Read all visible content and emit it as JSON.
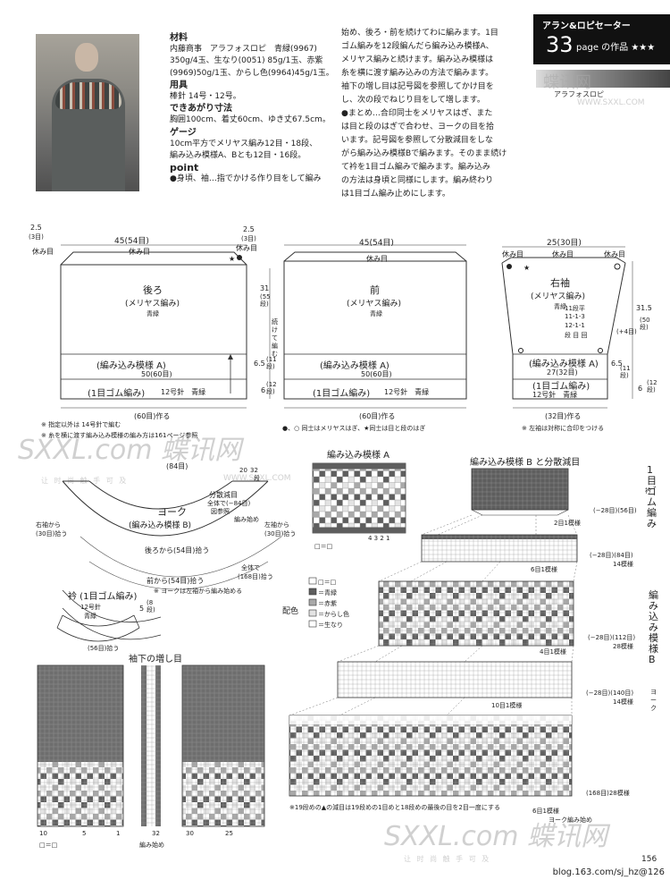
{
  "header": {
    "title": "アラン&ロピセーター",
    "number": "33",
    "page_label": "page の作品 ★★★"
  },
  "yarn_label": "アラフォスロピ",
  "materials": {
    "h_materials": "材料",
    "l1": "内藤商事　アラフォスロピ　青緑(9967)",
    "l2": "350g/4玉、生なり(0051) 85g/1玉、赤紫",
    "l3": "(9969)50g/1玉、からし色(9964)45g/1玉。",
    "h_tools": "用具",
    "tools": "棒針 14号・12号。",
    "h_size": "できあがり寸法",
    "size": "胸囲100cm、着丈60cm、ゆき丈67.5cm。",
    "h_gauge": "ゲージ",
    "g1": "10cm平方でメリヤス編み12目・18段、",
    "g2": "編み込み模様A、Bとも12目・16段。",
    "h_point": "point",
    "p1": "●身頃、袖…指でかける作り目をして編み"
  },
  "instructions": {
    "l1": "始め、後ろ・前を続けてわに編みます。1目",
    "l2": "ゴム編みを12段編んだら編み込み模様A、",
    "l3": "メリヤス編みと続けます。編み込み模様は",
    "l4": "糸を横に渡す編み込みの方法で編みます。",
    "l5": "袖下の増し目は記号図を参照してかけ目を",
    "l6": "し、次の段でねじり目をして増します。",
    "l7": "●まとめ…合印同士をメリヤスはぎ、また",
    "l8": "は目と段のはぎで合わせ、ヨークの目を拾",
    "l9": "います。記号図を参照して分散減目をしな",
    "l10": "がら編み込み模様Bで編みます。そのまま続け",
    "l11": "て衿を1目ゴム編みで編みます。編み込み",
    "l12": "の方法は身頃と同様にします。編み終わり",
    "l13": "は1目ゴム編み止めにします。"
  },
  "back": {
    "title": "後ろ",
    "stitch": "(メリヤス編み)",
    "color": "青緑",
    "pattern": "(編み込み模様 A)",
    "rib": "(1目ゴム編み)",
    "needle": "12号針　青緑",
    "w_top": "45(54目)",
    "rest": "休み目",
    "w_mid": "50(60目)",
    "cast": "(60目)作る",
    "side": "2.5",
    "side_st": "(3目)"
  },
  "front": {
    "title": "前",
    "stitch": "(メリヤス編み)",
    "color": "青緑",
    "pattern": "(編み込み模様 A)",
    "rib": "(1目ゴム編み)",
    "needle": "12号針　青緑",
    "w_top": "45(54目)",
    "rest": "休み目",
    "w_mid": "50(60目)",
    "cast": "(60目)作る",
    "cont": "続けて編む",
    "h1": "31",
    "h1s": "(55段)",
    "h2": "6.5",
    "h2s": "(11段)",
    "h3": "6",
    "h3s": "(12段)"
  },
  "sleeve": {
    "title": "右袖",
    "stitch": "(メリヤス編み)",
    "color": "青緑",
    "pattern": "(編み込み模様 A)",
    "rib": "(1目ゴム編み)",
    "needle": "12号針　青緑",
    "w_top": "25(30目)",
    "rest": "休み目",
    "w_mid": "27(32目)",
    "cast": "(32目)作る",
    "inc": "11段平",
    "inc2": "11-1-3",
    "inc3": "12-1-1",
    "inc4": "段 目 回",
    "plus": "(+4目)",
    "h": "31.5",
    "hs": "(50段)",
    "h2": "6.5",
    "h2s": "(11段)",
    "h3": "6",
    "h3s": "(12段)",
    "note": "※ 左袖は対称に合印をつける"
  },
  "notes": {
    "n1": "※ 指定以外は 14号針で編む",
    "n2": "※ 糸を横に渡す編み込み模様の編み方は161ページ参照",
    "n3": "●、○ 同士はメリヤスはぎ、★同士は目と段のはぎ"
  },
  "yoke": {
    "title": "ヨーク",
    "pattern": "(編み込み模様 B)",
    "dec": "分散減目",
    "total": "全体で(−84目)",
    "ref": "図参照",
    "start": "編み始め",
    "from_back": "後ろから(54目)拾う",
    "from_front": "前から(54目)拾う",
    "left_sleeve": "右袖から",
    "left_sleeve2": "(30目)拾う",
    "right_sleeve": "左袖から",
    "right_sleeve2": "(30目)拾う",
    "all": "全体で",
    "all2": "(168目)拾う",
    "note": "※ ヨークは左袖から編み始める",
    "top": "(84目)",
    "d1": "20",
    "d2": "32",
    "d3": "段"
  },
  "collar": {
    "title": "衿 (1目ゴム編み)",
    "needle": "12号針",
    "color": "青緑",
    "h": "5",
    "hs": "(8段)",
    "w": "(56目)拾う"
  },
  "pattern_a": {
    "title": "編み込み模様 A",
    "rep": "4 3 2 1"
  },
  "pattern_b": {
    "title": "編み込み模様 B と分散減目",
    "side_rib": "1目ゴム編み",
    "side_collar": "衿",
    "side_b": "編み込み模様 B",
    "side_yoke": "ヨーク",
    "r1": "(−28目)(56目)",
    "r2": "(−28目)(84目)",
    "r2b": "14模様",
    "r3": "(−28目)(112目)",
    "r3b": "28模様",
    "r4": "(−28目)(140目)",
    "r4b": "14模様",
    "r5": "(168目)28模様",
    "m1": "2目1模様",
    "m2": "6目1模様",
    "m3": "4目1模様",
    "m4": "10目1模様",
    "m5": "6目1模様",
    "start": "ヨーク編み始め",
    "note": "※19段めの▲の減目は19段めの1目めと18段めの最後の目を2目一度にする"
  },
  "legend": {
    "title": "配色",
    "k1": "＝青緑",
    "k2": "＝赤紫",
    "k3": "＝からし色",
    "k4": "＝生なり",
    "blank": "□＝□"
  },
  "sleeve_inc": {
    "title": "袖下の増し目",
    "start": "編み始め",
    "c1": "10",
    "c2": "5",
    "c3": "1",
    "c4": "32",
    "c5": "30",
    "c6": "25"
  },
  "watermarks": {
    "w1": "蝶讯网",
    "w2": "WWW.SXXL.COM",
    "w3": "SXXL.com 蝶讯网",
    "w4": "让 时 尚 触 手 可 及"
  },
  "footer": {
    "page": "156",
    "blog": "blog.163.com/sj_hz@126"
  },
  "colors": {
    "teal": "#6e6e6e",
    "dark": "#5e5e5e",
    "mid": "#a9a9a9",
    "light": "#e3e3e3"
  }
}
